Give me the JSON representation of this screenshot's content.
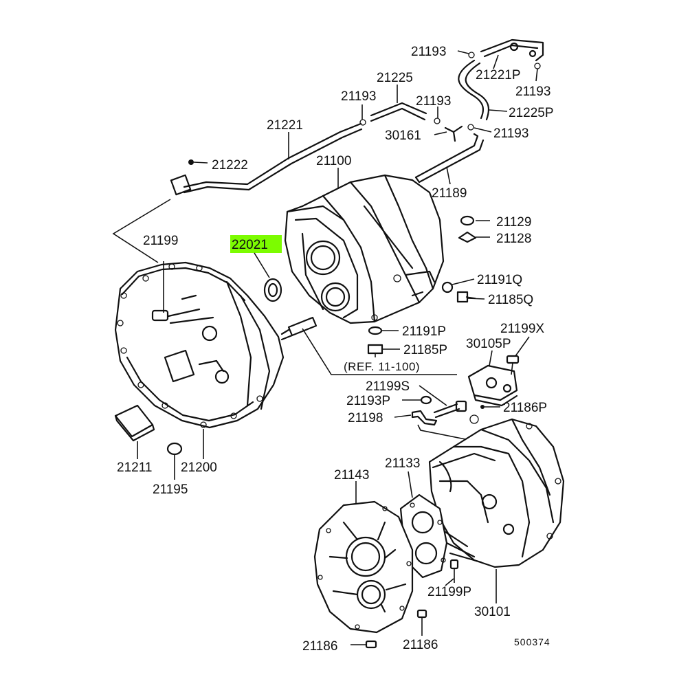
{
  "diagram": {
    "highlight_color": "#7CFC00",
    "highlighted_part": "22021",
    "reference_note": "(REF. 11-100)",
    "diagram_code": "500374",
    "parts": {
      "p21193_a": "21193",
      "p21221P": "21221P",
      "p21193_b": "21193",
      "p21225": "21225",
      "p21193_c": "21193",
      "p21193_d": "21193",
      "p21225P": "21225P",
      "p21221": "21221",
      "p30161": "30161",
      "p21193_e": "21193",
      "p21222": "21222",
      "p21100": "21100",
      "p21189": "21189",
      "p21129": "21129",
      "p21128": "21128",
      "p21199": "21199",
      "p22021": "22021",
      "p21191Q": "21191Q",
      "p21185Q": "21185Q",
      "p21191P": "21191P",
      "p21199X": "21199X",
      "p21185P": "21185P",
      "p30105P": "30105P",
      "p21199S": "21199S",
      "p21193P": "21193P",
      "p21186P": "21186P",
      "p21198": "21198",
      "p21211": "21211",
      "p21200": "21200",
      "p21195": "21195",
      "p21133": "21133",
      "p21143": "21143",
      "p21199P": "21199P",
      "p30101": "30101",
      "p21186_a": "21186",
      "p21186_b": "21186"
    }
  }
}
